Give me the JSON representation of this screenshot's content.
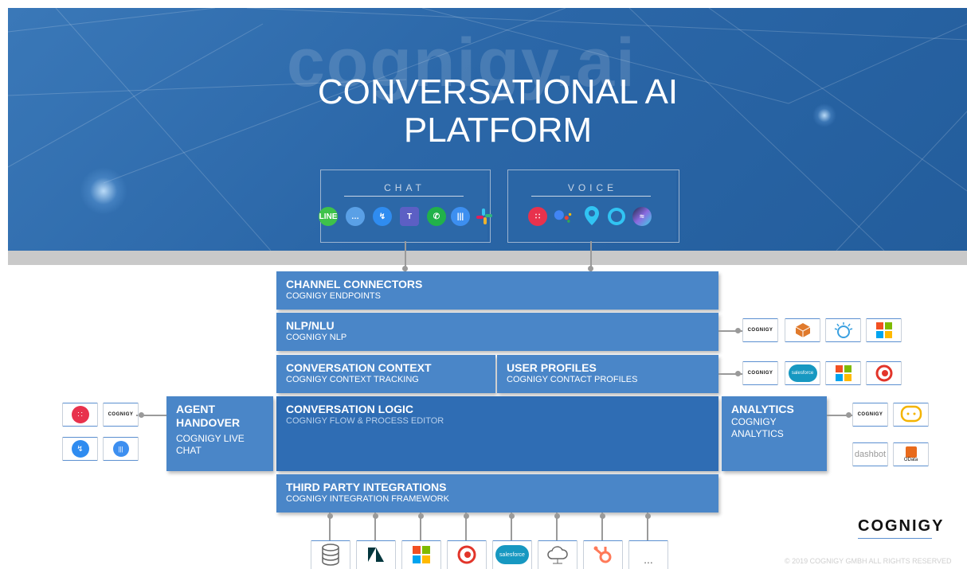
{
  "hero": {
    "watermark": "cognigy.ai",
    "title_line1": "CONVERSATIONAL AI",
    "title_line2": "PLATFORM"
  },
  "channels": {
    "chat_label": "CHAT",
    "voice_label": "VOICE",
    "chat_icons": [
      "line-icon",
      "chat-bubbles-icon",
      "messenger-icon",
      "teams-icon",
      "whatsapp-icon",
      "intercom-icon",
      "slack-icon"
    ],
    "voice_icons": [
      "twilio-icon",
      "google-assistant-icon",
      "location-pin-icon",
      "alexa-icon",
      "siri-icon"
    ]
  },
  "layers": {
    "channel_connectors": {
      "title": "CHANNEL CONNECTORS",
      "subtitle": "COGNIGY ENDPOINTS"
    },
    "nlp": {
      "title": "NLP/NLU",
      "subtitle": "COGNIGY NLP"
    },
    "context": {
      "title": "CONVERSATION CONTEXT",
      "subtitle": "COGNIGY CONTEXT TRACKING"
    },
    "profiles": {
      "title": "USER PROFILES",
      "subtitle": "COGNIGY CONTACT PROFILES"
    },
    "logic": {
      "title": "CONVERSATION LOGIC",
      "subtitle": "COGNIGY FLOW & PROCESS EDITOR"
    },
    "integrations": {
      "title": "THIRD PARTY INTEGRATIONS",
      "subtitle": "COGNIGY INTEGRATION FRAMEWORK"
    }
  },
  "agent_handover": {
    "title_line1": "AGENT",
    "title_line2": "HANDOVER",
    "subtitle_line1": "COGNIGY LIVE",
    "subtitle_line2": "CHAT"
  },
  "analytics": {
    "title": "ANALYTICS",
    "subtitle_line1": "COGNIGY",
    "subtitle_line2": "ANALYTICS"
  },
  "tiles": {
    "cognigy_wordmark": "COGNIGY",
    "salesforce": "salesforce",
    "dashbot": "dashbot",
    "odata": "OData",
    "more": "..."
  },
  "footer": {
    "logo": "COGNIGY",
    "copyright": "© 2019 COGNIGY GMBH ALL RIGHTS RESERVED"
  },
  "colors": {
    "hero_blue": "#2b67a8",
    "layer_blue": "#4a86c8",
    "logic_blue": "#2f6db4",
    "connector_grey": "#9a9a9a"
  }
}
